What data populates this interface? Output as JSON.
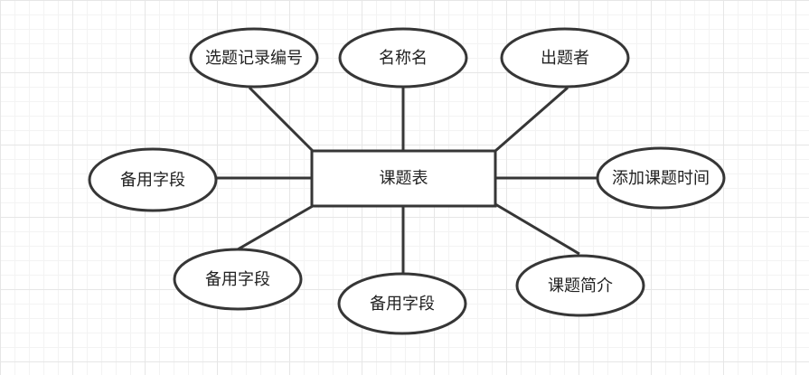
{
  "diagram": {
    "entity": {
      "label": "课题表"
    },
    "attributes": [
      {
        "id": "record-id",
        "label": "选题记录编号"
      },
      {
        "id": "name",
        "label": "名称名"
      },
      {
        "id": "author",
        "label": "出题者"
      },
      {
        "id": "add-time",
        "label": "添加课题时间"
      },
      {
        "id": "summary",
        "label": "课题简介"
      },
      {
        "id": "spare-bottom",
        "label": "备用字段"
      },
      {
        "id": "spare-bottom-left",
        "label": "备用字段"
      },
      {
        "id": "spare-left",
        "label": "备用字段"
      }
    ]
  },
  "colors": {
    "stroke": "#363636",
    "fill": "#ffffff",
    "text": "#222222",
    "grid": "#e6e6e6"
  }
}
